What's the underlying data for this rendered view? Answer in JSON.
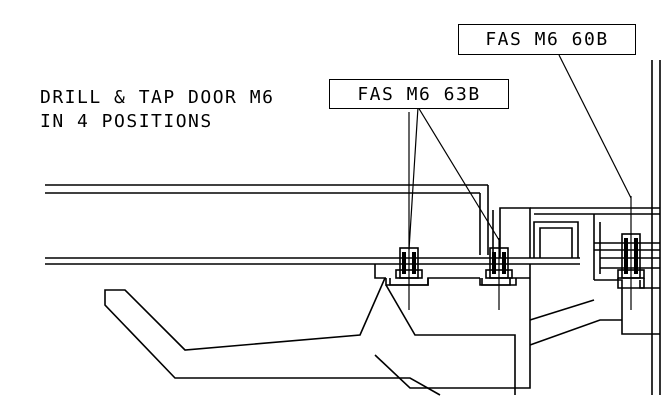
{
  "annotations": {
    "drill_note_line1": "DRILL & TAP DOOR M6",
    "drill_note_line2": "IN 4 POSITIONS",
    "fastener_label_left": "FAS M6 63B",
    "fastener_label_right": "FAS M6 60B"
  },
  "colors": {
    "line": "#000000",
    "background": "#ffffff"
  }
}
